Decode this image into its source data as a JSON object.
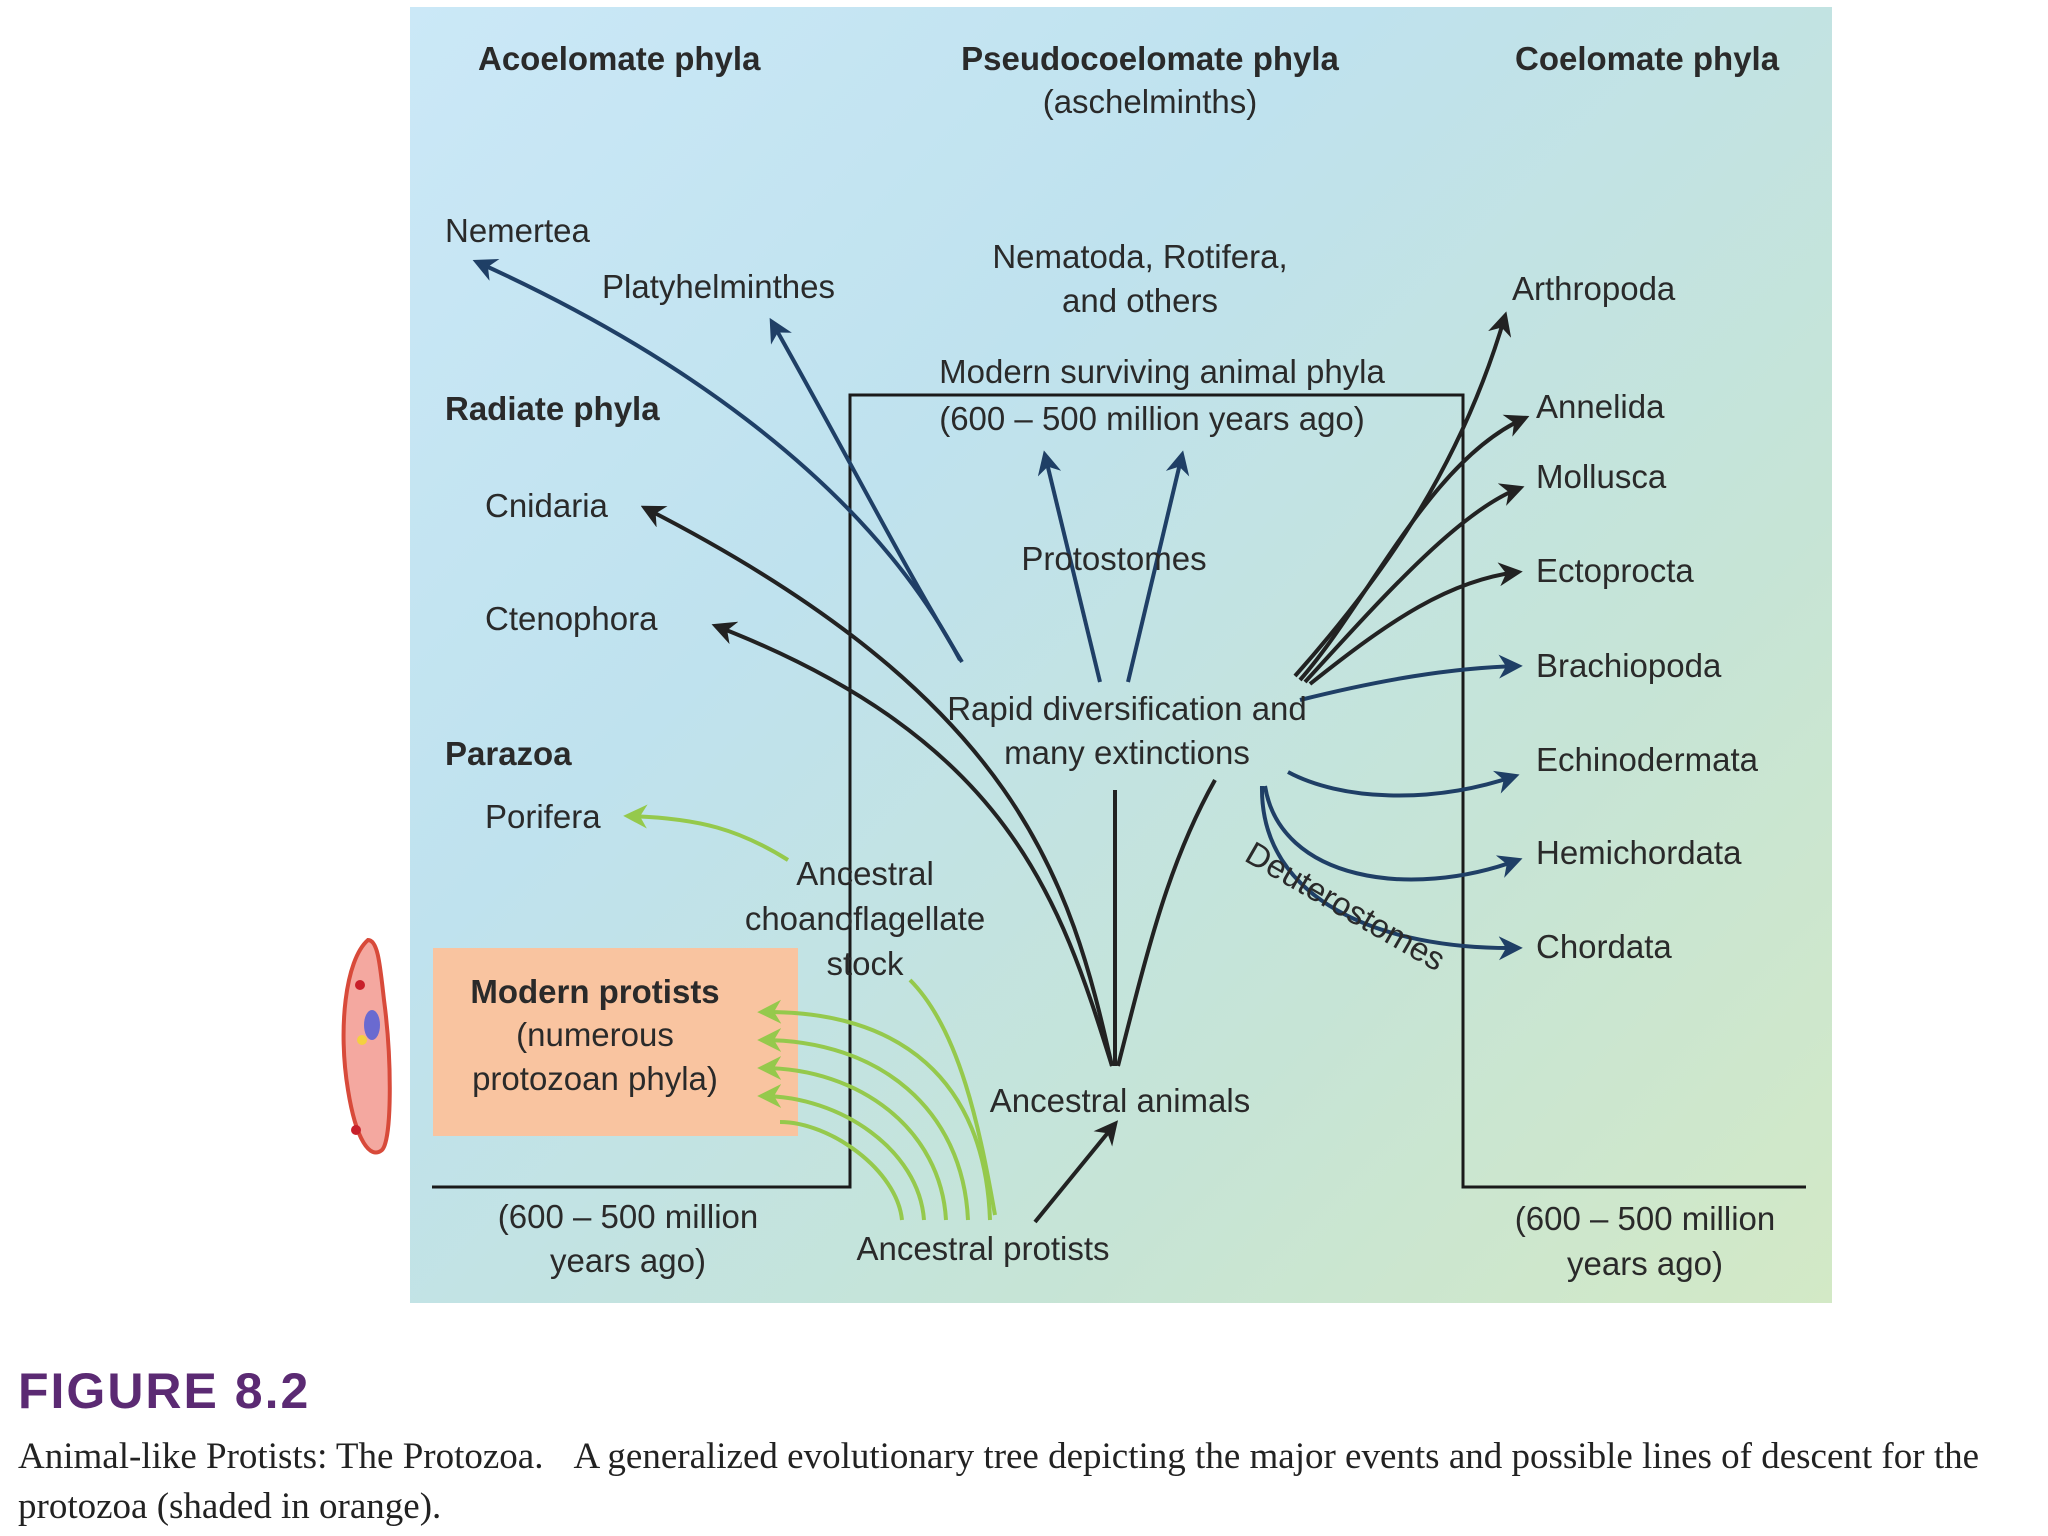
{
  "headers": {
    "acoelomate": "Acoelomate phyla",
    "pseudocoelomate": "Pseudocoelomate phyla",
    "pseudocoelomate_sub": "(aschelminths)",
    "coelomate": "Coelomate phyla",
    "radiate": "Radiate phyla",
    "parazoa": "Parazoa"
  },
  "left_phyla": {
    "nemertea": "Nemertea",
    "platyhelminthes": "Platyhelminthes",
    "cnidaria": "Cnidaria",
    "ctenophora": "Ctenophora",
    "porifera": "Porifera"
  },
  "center": {
    "nematoda_1": "Nematoda, Rotifera,",
    "nematoda_2": "and others",
    "modern_1": "Modern surviving animal phyla",
    "modern_2": "(600 – 500 million years ago)",
    "protostomes": "Protostomes",
    "rapid_1": "Rapid diversification and",
    "rapid_2": "many extinctions",
    "deuterostomes": "Deuterostomes",
    "ancestral_choano_1": "Ancestral",
    "ancestral_choano_2": "choanoflagellate",
    "ancestral_choano_3": "stock",
    "ancestral_animals": "Ancestral animals",
    "ancestral_protists": "Ancestral protists"
  },
  "right_phyla": {
    "arthropoda": "Arthropoda",
    "annelida": "Annelida",
    "mollusca": "Mollusca",
    "ectoprocta": "Ectoprocta",
    "brachiopoda": "Brachiopoda",
    "echinodermata": "Echinodermata",
    "hemichordata": "Hemichordata",
    "chordata": "Chordata"
  },
  "protists_box": {
    "title": "Modern protists",
    "line2": "(numerous",
    "line3": "protozoan phyla)"
  },
  "timeline": {
    "left_1": "(600 – 500 million",
    "left_2": "years ago)",
    "right_1": "(600 – 500 million",
    "right_2": "years ago)"
  },
  "figure": {
    "title": "FIGURE 8.2",
    "caption_lead": "Animal-like Protists: The Protozoa.",
    "caption_text": "A generalized evolutionary tree depicting the major events and possible lines of descent for the protozoa (shaded in orange)."
  },
  "colors": {
    "protist_box": "#f9c4a0",
    "arrow_blue": "#1f3f66",
    "arrow_green": "#95c94c",
    "figure_title": "#5b2a73"
  }
}
